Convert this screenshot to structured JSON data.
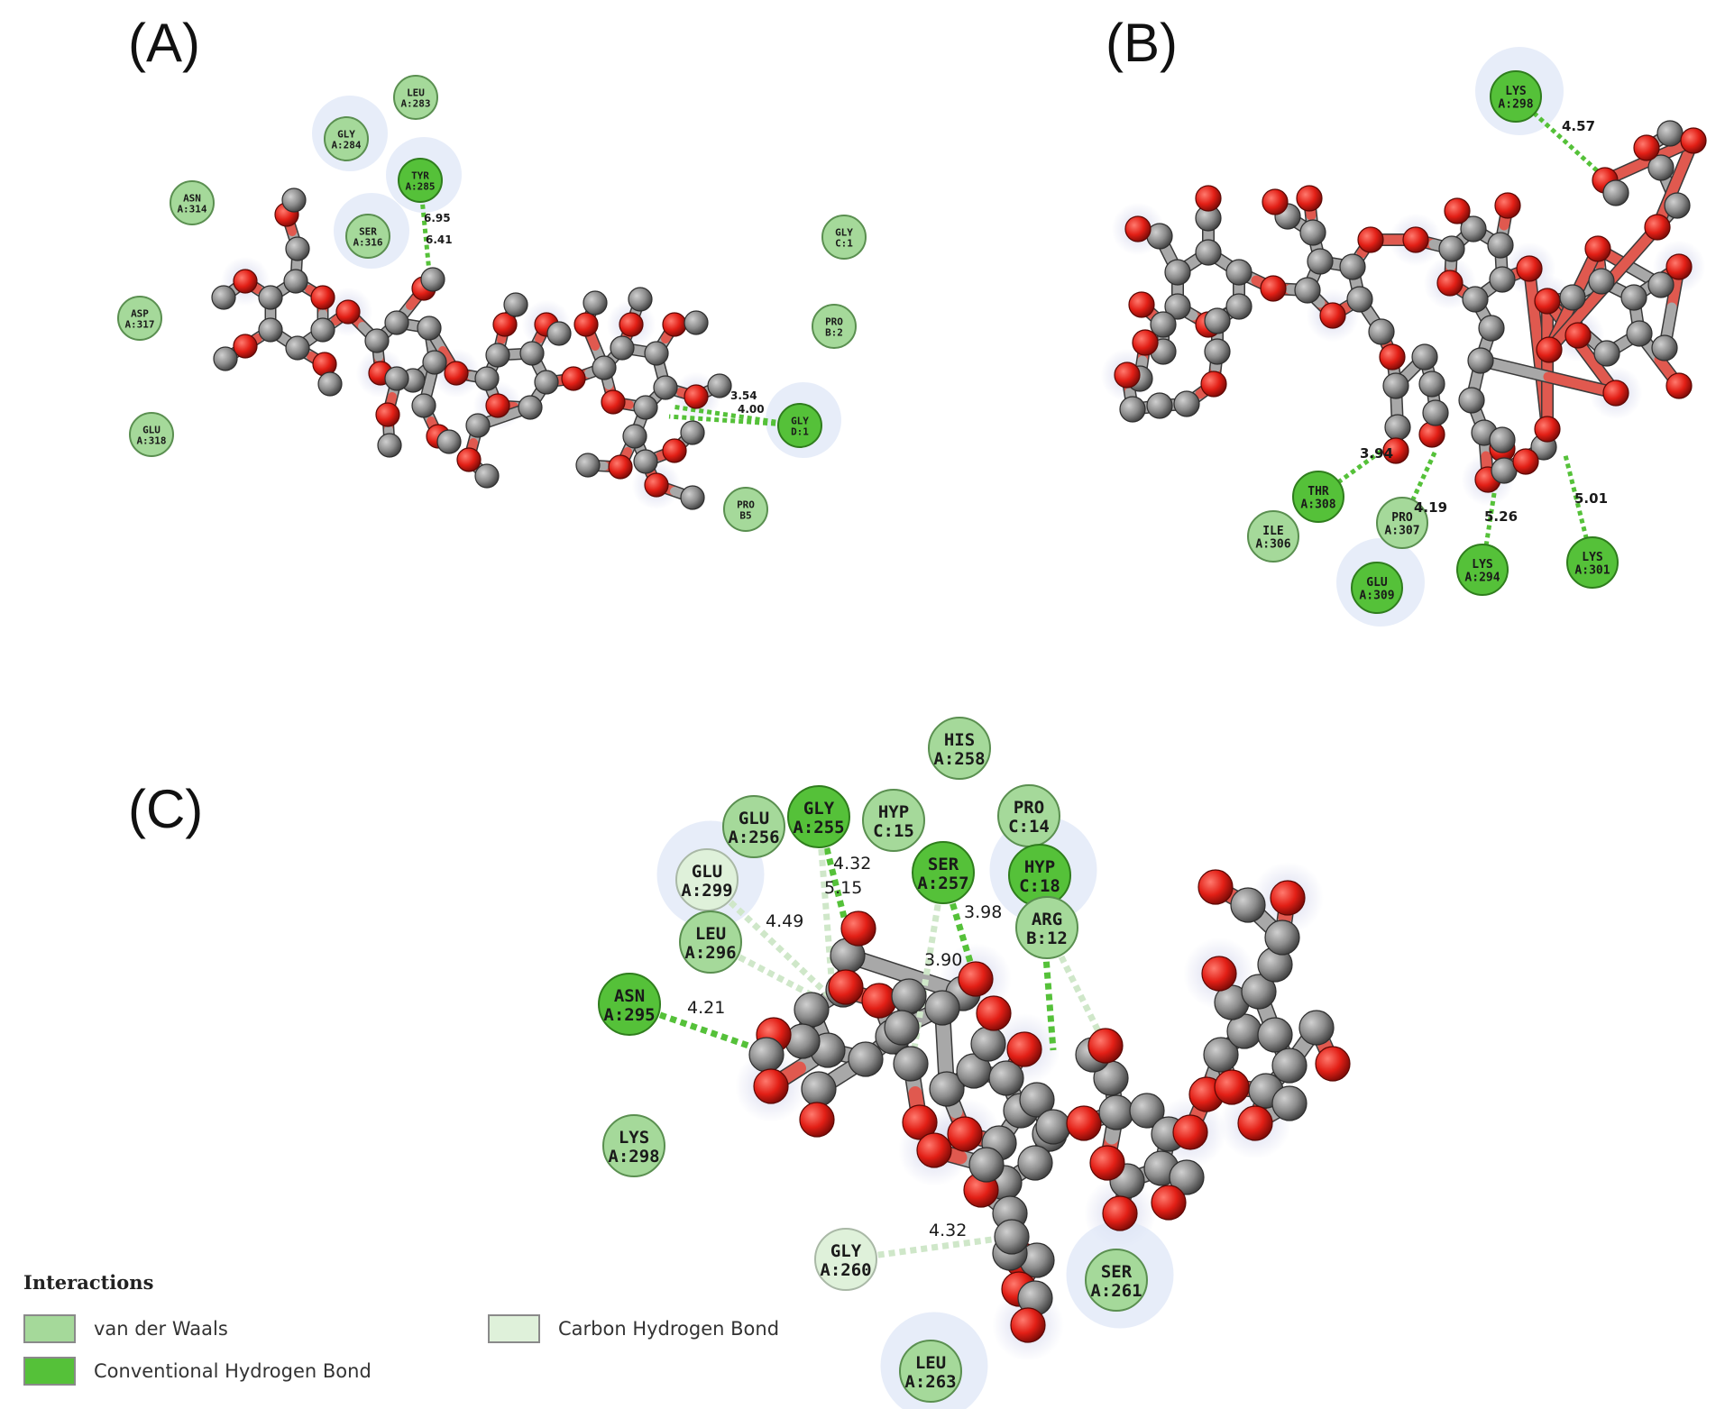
{
  "panels": {
    "a": {
      "label": "(A)"
    },
    "b": {
      "label": "(B)"
    },
    "c": {
      "label": "(C)"
    }
  },
  "colors": {
    "vdw": "#a5d99a",
    "hbond": "#55c139",
    "chbond": "#dff1da",
    "carbon": "#8f8f8f",
    "oxygen": "#e01b1b"
  },
  "residues": {
    "a": [
      {
        "id": "LEU",
        "num": "A:283",
        "type": "vdw"
      },
      {
        "id": "GLY",
        "num": "A:284",
        "type": "vdw"
      },
      {
        "id": "TYR",
        "num": "A:285",
        "type": "hbond"
      },
      {
        "id": "ASN",
        "num": "A:314",
        "type": "vdw"
      },
      {
        "id": "SER",
        "num": "A:316",
        "type": "vdw"
      },
      {
        "id": "GLY",
        "num": "C:1",
        "type": "vdw"
      },
      {
        "id": "ASP",
        "num": "A:317",
        "type": "vdw"
      },
      {
        "id": "PRO",
        "num": "B:2",
        "type": "vdw"
      },
      {
        "id": "GLU",
        "num": "A:318",
        "type": "vdw"
      },
      {
        "id": "GLY",
        "num": "D:1",
        "type": "hbond"
      },
      {
        "id": "PRO",
        "num": "B5",
        "type": "vdw"
      }
    ],
    "b": [
      {
        "id": "LYS",
        "num": "A:298",
        "type": "hbond"
      },
      {
        "id": "THR",
        "num": "A:308",
        "type": "hbond"
      },
      {
        "id": "ILE",
        "num": "A:306",
        "type": "vdw"
      },
      {
        "id": "PRO",
        "num": "A:307",
        "type": "vdw"
      },
      {
        "id": "GLU",
        "num": "A:309",
        "type": "hbond"
      },
      {
        "id": "LYS",
        "num": "A:294",
        "type": "hbond"
      },
      {
        "id": "LYS",
        "num": "A:301",
        "type": "hbond"
      }
    ],
    "c": [
      {
        "id": "HIS",
        "num": "A:258",
        "type": "vdw"
      },
      {
        "id": "GLU",
        "num": "A:256",
        "type": "vdw"
      },
      {
        "id": "GLY",
        "num": "A:255",
        "type": "hbond"
      },
      {
        "id": "HYP",
        "num": "C:15",
        "type": "vdw"
      },
      {
        "id": "PRO",
        "num": "C:14",
        "type": "vdw"
      },
      {
        "id": "GLU",
        "num": "A:299",
        "type": "chbond"
      },
      {
        "id": "SER",
        "num": "A:257",
        "type": "hbond"
      },
      {
        "id": "HYP",
        "num": "C:18",
        "type": "hbond"
      },
      {
        "id": "LEU",
        "num": "A:296",
        "type": "vdw"
      },
      {
        "id": "ARG",
        "num": "B:12",
        "type": "vdw"
      },
      {
        "id": "ASN",
        "num": "A:295",
        "type": "hbond"
      },
      {
        "id": "LYS",
        "num": "A:298",
        "type": "vdw"
      },
      {
        "id": "GLY",
        "num": "A:260",
        "type": "chbond"
      },
      {
        "id": "SER",
        "num": "A:261",
        "type": "vdw"
      },
      {
        "id": "LEU",
        "num": "A:263",
        "type": "vdw"
      }
    ]
  },
  "distances": {
    "a": [
      "6.95",
      "6.41",
      "3.54",
      "4.00"
    ],
    "b": [
      "4.57",
      "3.94",
      "4.19",
      "5.26",
      "5.01"
    ],
    "c": [
      "4.32",
      "5.15",
      "4.49",
      "3.98",
      "3.90",
      "4.21",
      "4.32"
    ]
  },
  "legend": {
    "title": "Interactions",
    "items": [
      {
        "label": "van der Waals",
        "type": "vdw"
      },
      {
        "label": "Conventional Hydrogen Bond",
        "type": "hbond"
      },
      {
        "label": "Carbon Hydrogen Bond",
        "type": "chbond"
      }
    ]
  }
}
